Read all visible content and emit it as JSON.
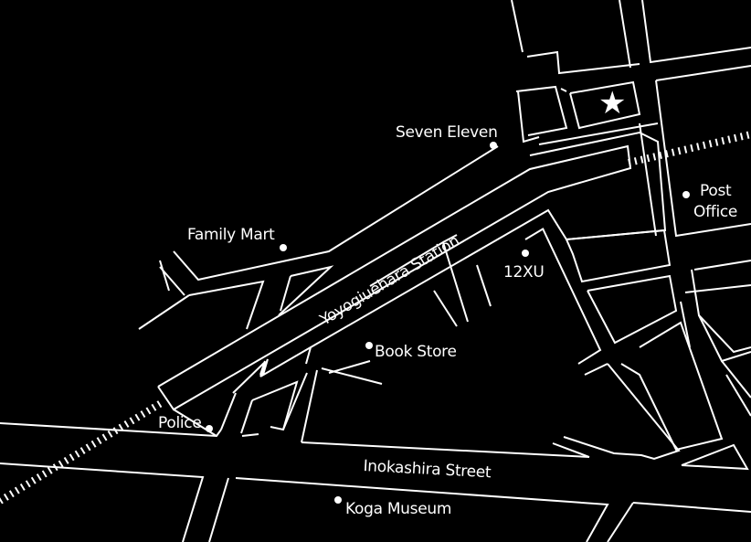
{
  "map": {
    "background_color": "#000000",
    "line_color": "#ffffff",
    "destination_marker": {
      "icon": "star-icon",
      "symbol": "★"
    },
    "landmarks": [
      {
        "id": "seven-eleven",
        "label": "Seven Eleven"
      },
      {
        "id": "family-mart",
        "label": "Family Mart"
      },
      {
        "id": "post-office",
        "label_line1": "Post",
        "label_line2": "Office"
      },
      {
        "id": "12xu",
        "label": "12XU"
      },
      {
        "id": "book-store",
        "label": "Book Store"
      },
      {
        "id": "police",
        "label": "Police"
      },
      {
        "id": "koga-museum",
        "label": "Koga Museum"
      }
    ],
    "station": {
      "label": "Yoyogiuehara Station"
    },
    "streets": [
      {
        "label": "Inokashira Street"
      }
    ]
  }
}
